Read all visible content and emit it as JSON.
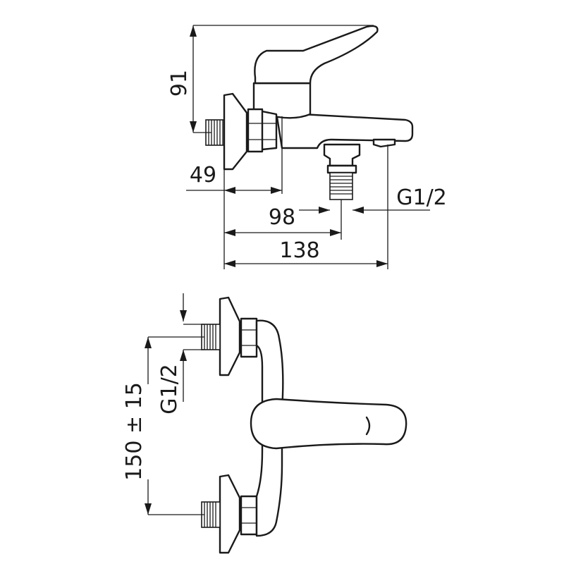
{
  "side_view": {
    "dimensions": {
      "height": "91",
      "wall_to_body": "49",
      "wall_to_outlet": "98",
      "wall_to_spout_tip": "138",
      "outlet_thread": "G1/2"
    }
  },
  "front_view": {
    "dimensions": {
      "inlet_spacing": "150 ± 15",
      "inlet_thread": "G1/2"
    }
  }
}
